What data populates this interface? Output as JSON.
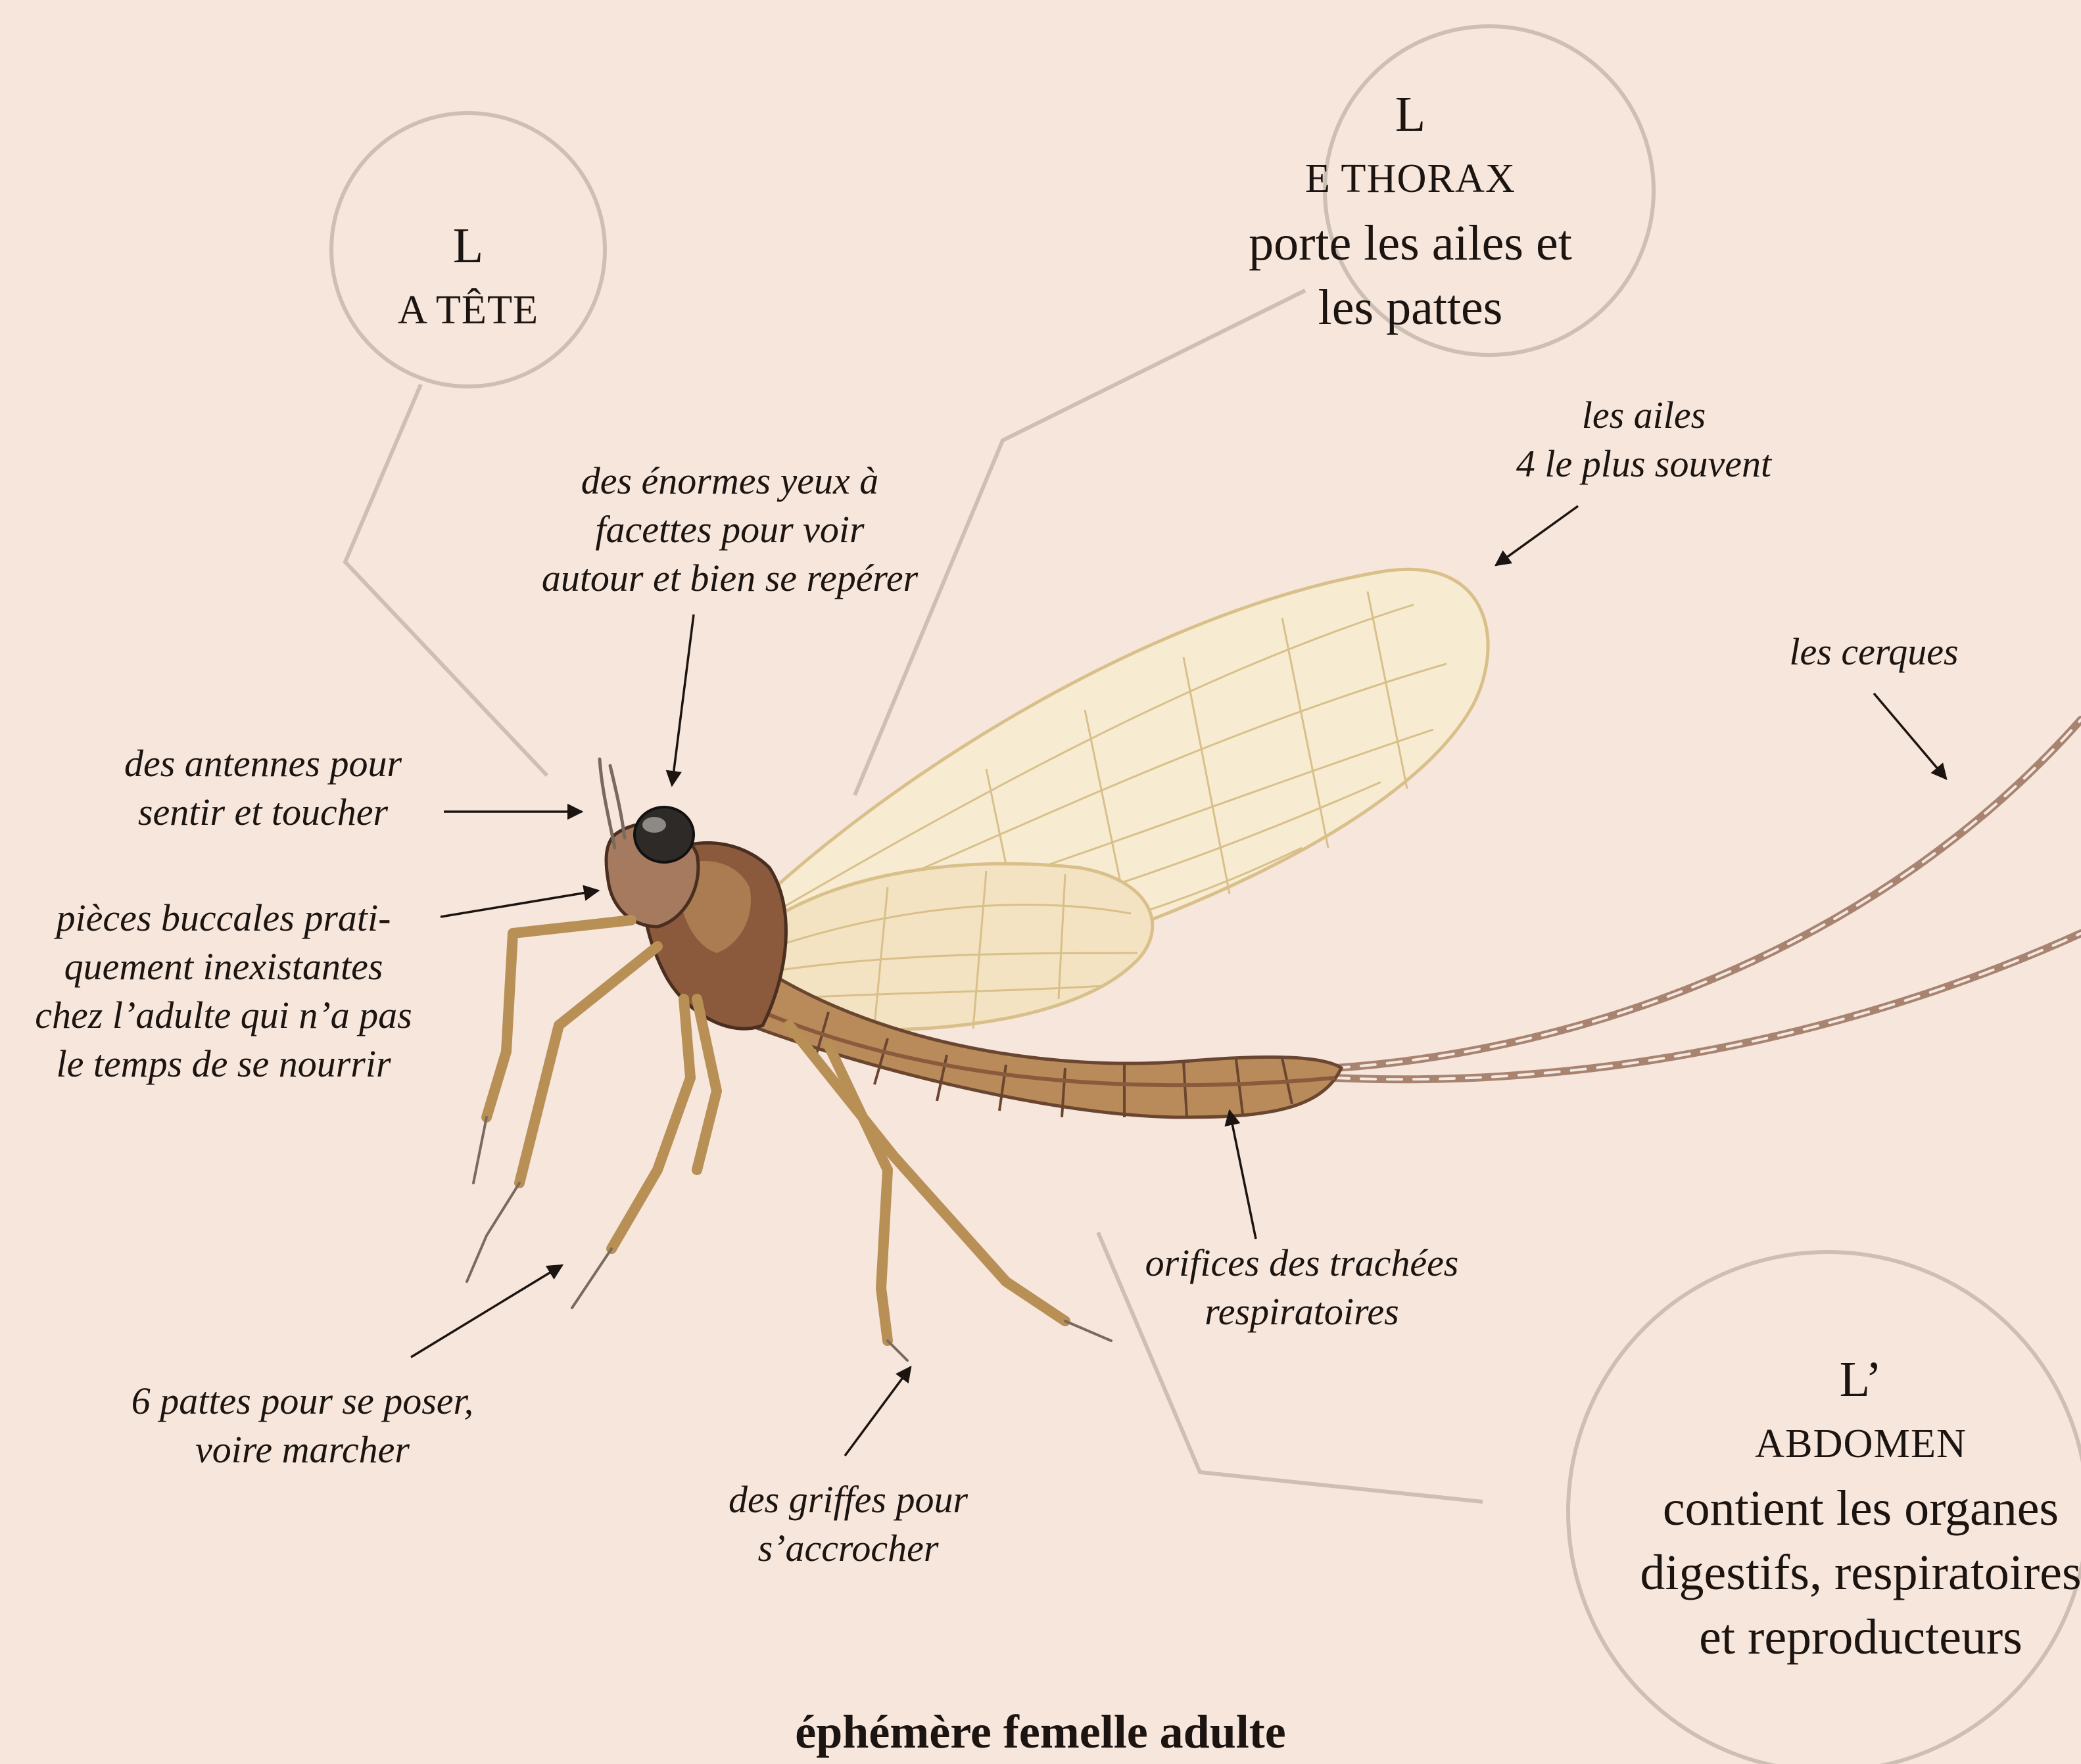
{
  "sections": {
    "head": {
      "cap": "L",
      "rest": "A TÊTE"
    },
    "thorax": {
      "cap": "L",
      "rest": "E THORAX",
      "lines": [
        "porte les ailes et",
        "les pattes"
      ]
    },
    "abdomen": {
      "cap": "L’",
      "rest": "ABDOMEN",
      "lines": [
        "contient les organes",
        "digestifs, respiratoires",
        "et reproducteurs"
      ]
    }
  },
  "labels": {
    "wings": [
      "les ailes",
      "4 le plus souvent"
    ],
    "eyes": [
      "des énormes yeux à",
      "facettes pour voir",
      "autour et bien se repérer"
    ],
    "cerci": [
      "les cerques"
    ],
    "antennae": [
      "des antennes pour",
      "sentir et toucher"
    ],
    "mouthparts": [
      "pièces buccales prati-",
      "quement inexistantes",
      "chez l’adulte qui n’a pas",
      "le temps de se nourrir"
    ],
    "spiracles": [
      "orifices des trachées",
      "respiratoires"
    ],
    "legs": [
      "6 pattes pour se poser,",
      "voire marcher"
    ],
    "claws": [
      "des griffes pour",
      "s’accrocher"
    ]
  },
  "caption": "éphémère femelle adulte",
  "colors": {
    "background": "#f6e6dc",
    "circle": "#cdbfb3",
    "wing_fill": "#f7ecd2",
    "wing_vein": "#d9c08a",
    "body": "#8b5a3c",
    "body_light": "#c9a26a",
    "text": "#1c1410"
  }
}
